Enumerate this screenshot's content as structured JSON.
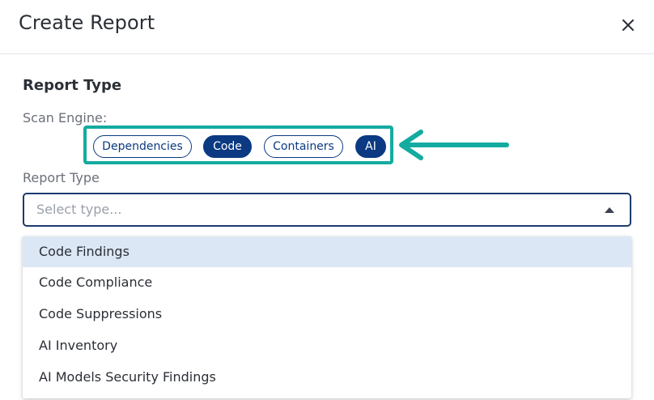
{
  "dialog": {
    "title": "Create Report",
    "close_icon": "close-icon"
  },
  "section": {
    "title": "Report Type"
  },
  "scan_engine": {
    "label": "Scan Engine:",
    "chips": [
      {
        "label": "Dependencies",
        "selected": false
      },
      {
        "label": "Code",
        "selected": true
      },
      {
        "label": "Containers",
        "selected": false
      },
      {
        "label": "AI",
        "selected": true
      }
    ]
  },
  "report_type": {
    "label": "Report Type",
    "placeholder": "Select type...",
    "caret_icon": "caret-up-icon",
    "options": [
      {
        "label": "Code Findings",
        "highlighted": true
      },
      {
        "label": "Code Compliance",
        "highlighted": false
      },
      {
        "label": "Code Suppressions",
        "highlighted": false
      },
      {
        "label": "AI Inventory",
        "highlighted": false
      },
      {
        "label": "AI Models Security Findings",
        "highlighted": false
      }
    ]
  },
  "colors": {
    "highlight": "#14aba0",
    "chip_primary": "#0b3a82",
    "option_highlight": "#dce7f6"
  }
}
